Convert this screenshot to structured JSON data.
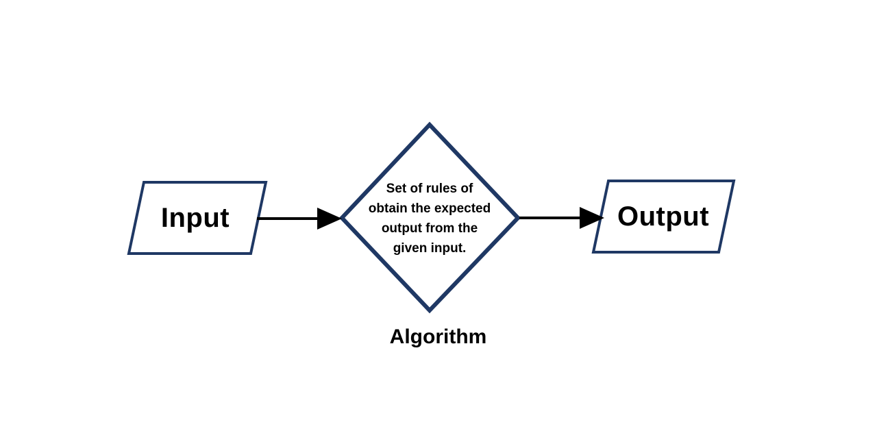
{
  "diagram": {
    "type": "flowchart",
    "nodes": {
      "input": {
        "label": "Input",
        "shape": "parallelogram"
      },
      "algorithm": {
        "label": "Algorithm",
        "shape": "diamond",
        "description_lines": [
          "Set of rules of",
          "obtain the expected",
          "output from the",
          "given input."
        ]
      },
      "output": {
        "label": "Output",
        "shape": "parallelogram"
      }
    },
    "edges": [
      {
        "from": "input",
        "to": "algorithm",
        "style": "arrow"
      },
      {
        "from": "algorithm",
        "to": "output",
        "style": "arrow"
      }
    ],
    "colors": {
      "shape_border": "#1f3864",
      "shape_fill": "#ffffff",
      "arrow": "#000000",
      "text": "#000000",
      "background": "#ffffff"
    }
  }
}
